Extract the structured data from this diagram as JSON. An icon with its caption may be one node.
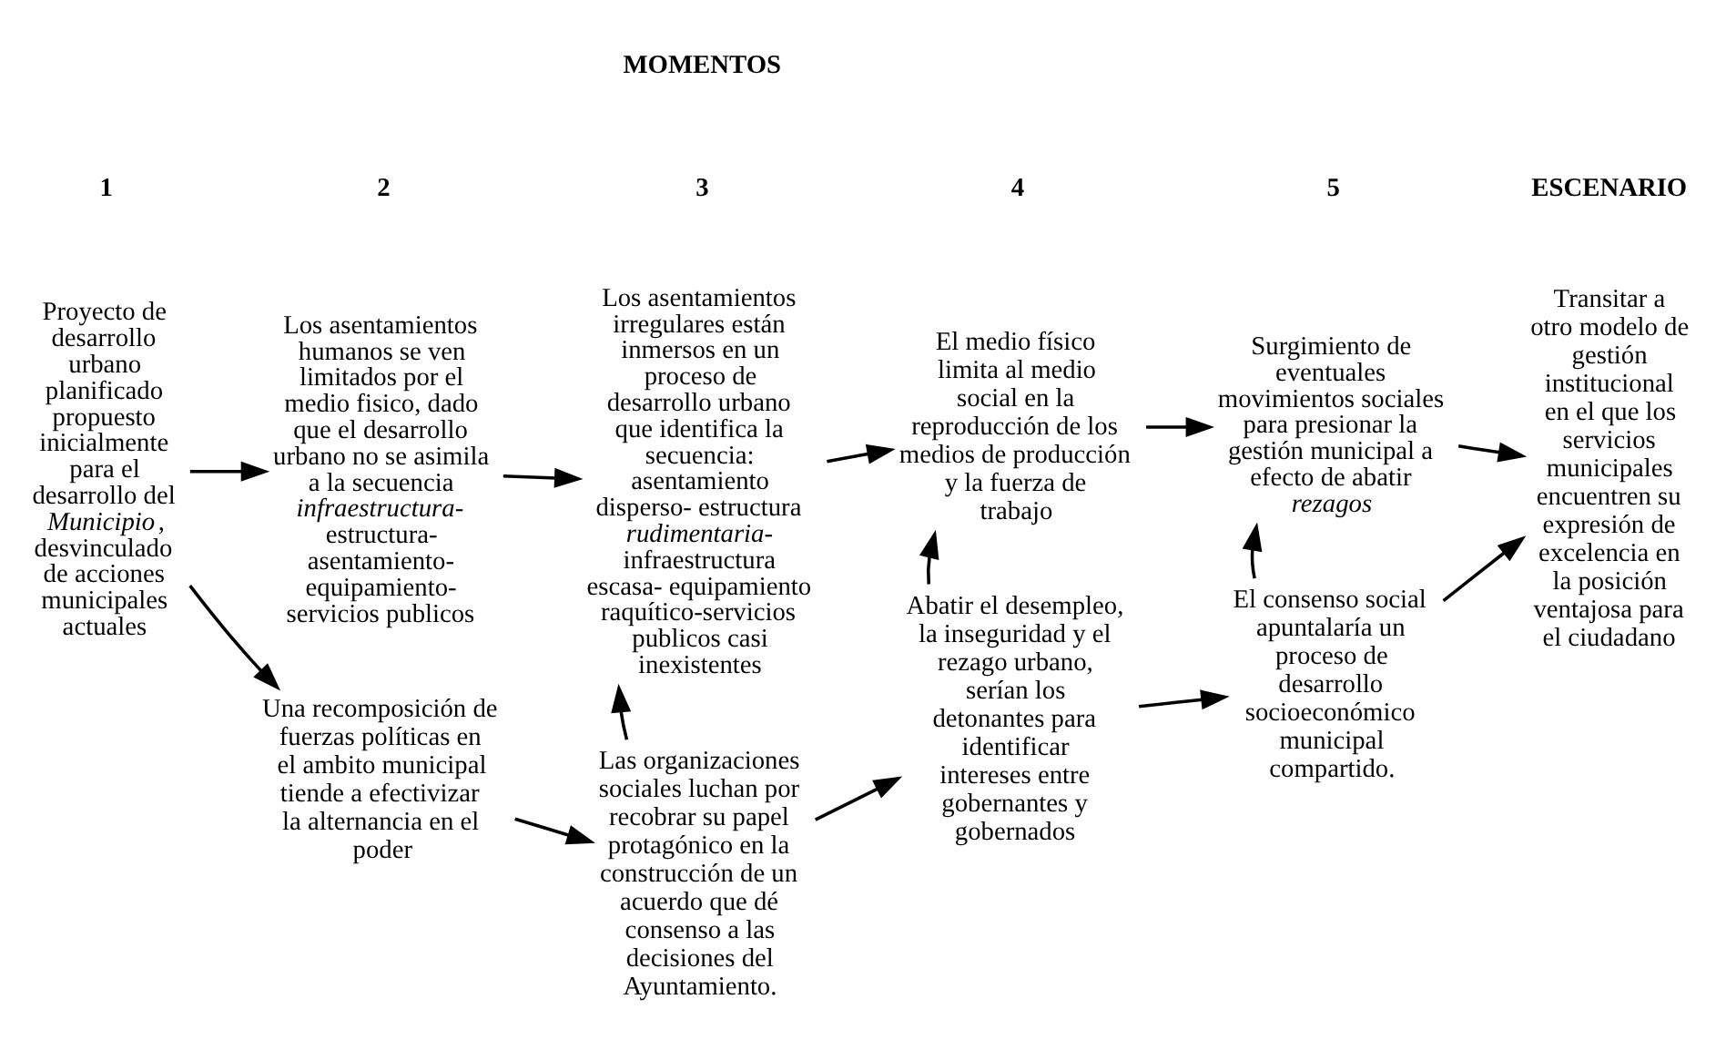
{
  "diagram": {
    "nodes": [
      {
        "text": [
          "Proyecto de desarrollo urbano planificado propuesto inicialmente para el desarrollo del *Municipio*, desvinculado de acciones municipales actuales"
        ]
      },
      {
        "text": [
          "Los asentamientos humanos se ven limitados por el medio fisico, dado que el desarrollo urbano no se asimila a la secuencia *infraestructura-* estructura- asentamiento- equipamiento- servicios publicos"
        ]
      },
      {
        "text": [
          "Los asentamientos irregulares están inmersos en un proceso de desarrollo urbano que identifica la secuencia: asentamiento disperso- estructura *rudimentaria-* infraestructura escasa- equipamiento raquítico-servicios publicos casi inexistentes"
        ]
      },
      {
        "text": [
          "El medio físico limita al medio social en la reproducción de los medios de producción y la fuerza de trabajo"
        ]
      },
      {
        "text": [
          "Surgimiento de eventuales movimientos sociales para presionar la gestión municipal a efecto de abatir *rezagos*"
        ]
      },
      {
        "text": [
          "Una recomposición de fuerzas políticas en el ambito municipal tiende a efectivizar la alternancia en el poder"
        ]
      },
      {
        "text": [
          "Las organizaciones sociales luchan por recobrar su papel protagónico en la construcción de un acuerdo que dé consenso a las decisiones del Ayuntamiento."
        ]
      },
      {
        "text": [
          "Abatir el desempleo, la inseguridad y el rezago urbano, serían los detonantes para identificar intereses entre gobernantes y gobernados"
        ]
      },
      {
        "text": [
          "El consenso social apuntalaría un proceso de desarrollo socioeconómico municipal compartido."
        ]
      },
      {
        "text": [
          "Transitar a otro modelo de gestión institucional en el que los servicios municipales encuentren su expresión de excelencia en la posición ventajosa para el ciudadano"
        ]
      }
    ],
    "edges": [
      {
        "from": 0,
        "to": 1,
        "arrow": "to"
      },
      {
        "from": 1,
        "to": 2,
        "arrow": "to"
      },
      {
        "from": 2,
        "to": 3,
        "arrow": "to"
      },
      {
        "from": 3,
        "to": 4,
        "arrow": "to"
      },
      {
        "from": 0,
        "to": 5,
        "arrow": "to"
      },
      {
        "from": 5,
        "to": 6,
        "arrow": "to"
      },
      {
        "from": 6,
        "to": 7,
        "arrow": "to"
      },
      {
        "from": 7,
        "to": 8,
        "arrow": "to"
      },
      {
        "from": 6,
        "to": 2,
        "arrow": "to"
      },
      {
        "from": 7,
        "to": 3,
        "arrow": "to"
      },
      {
        "from": 8,
        "to": 4,
        "arrow": "to"
      },
      {
        "from": 4,
        "to": 9,
        "arrow": "to"
      },
      {
        "from": 8,
        "to": 9,
        "arrow": "to"
      }
    ],
    "labels": [
      "MOMENTOS",
      "1",
      "2",
      "3",
      "4",
      "5",
      "ESCENARIO"
    ]
  }
}
